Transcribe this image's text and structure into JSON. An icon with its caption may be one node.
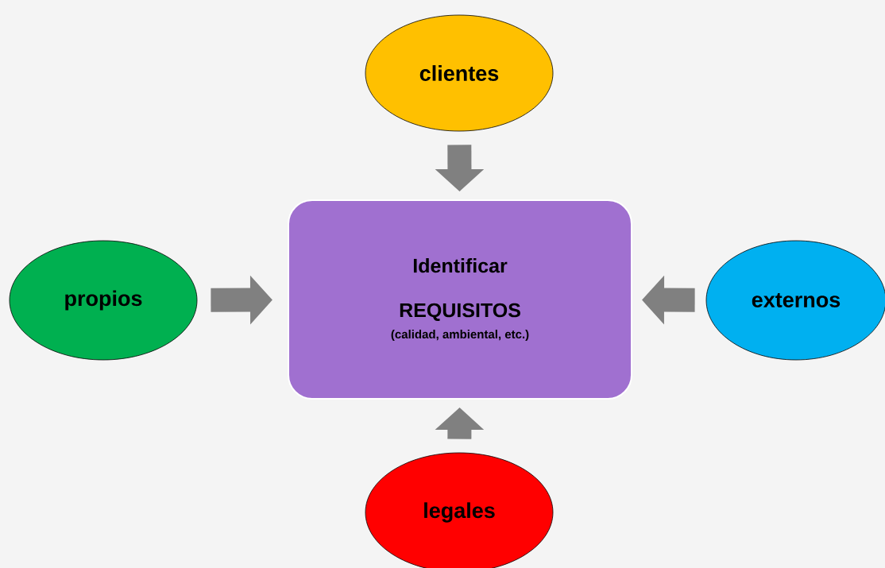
{
  "diagram": {
    "nodes": [
      {
        "text": [
          "clientes"
        ]
      },
      {
        "text": [
          "propios"
        ]
      },
      {
        "text": [
          "Identificar REQUISITOS",
          "(calidad, ambiental, etc.)"
        ]
      },
      {
        "text": [
          "externos"
        ]
      },
      {
        "text": [
          "legales"
        ]
      }
    ],
    "edges": [
      {
        "from": 0,
        "to": 2,
        "arrow": "to"
      },
      {
        "from": 1,
        "to": 2,
        "arrow": "to"
      },
      {
        "from": 3,
        "to": 2,
        "arrow": "to"
      },
      {
        "from": 4,
        "to": 2,
        "arrow": "to"
      }
    ]
  }
}
